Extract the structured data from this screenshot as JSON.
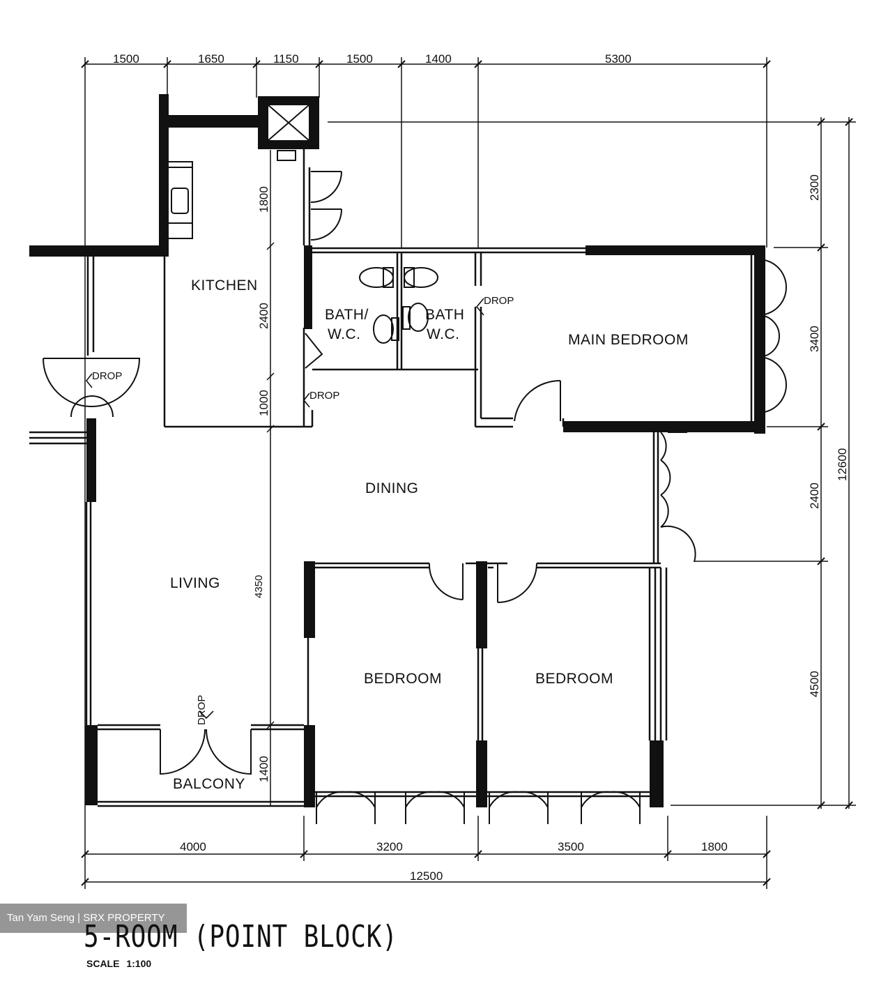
{
  "plan": {
    "title": "5-ROOM (POINT BLOCK)",
    "scale": "SCALE 1:100",
    "watermark": "Tan Yam Seng | SRX PROPERTY",
    "rooms": {
      "kitchen": "KITCHEN",
      "bath1_l1": "BATH/",
      "bath1_l2": "W.C.",
      "bath2_l1": "BATH",
      "bath2_l2": "W.C.",
      "main_bedroom": "MAIN BEDROOM",
      "dining": "DINING",
      "living": "LIVING",
      "bedroom_1": "BEDROOM",
      "bedroom_2": "BEDROOM",
      "balcony": "BALCONY"
    },
    "drop_label": "DROP",
    "dims_top": [
      "1500",
      "1650",
      "1150",
      "1500",
      "1400",
      "5300"
    ],
    "dims_bottom": [
      "4000",
      "3200",
      "3500",
      "1800"
    ],
    "dim_bottom_total": "12500",
    "dims_right": [
      "2300",
      "3400",
      "2400",
      "4500"
    ],
    "dim_right_total": "12600",
    "dims_inner": [
      "1800",
      "2400",
      "1000",
      "1400"
    ],
    "dim_inner_rotated": "4350"
  }
}
